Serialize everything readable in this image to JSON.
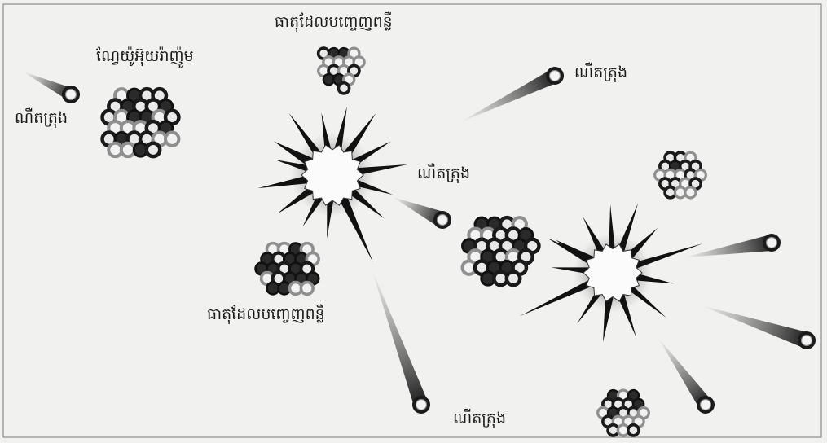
{
  "labels": {
    "uranium_nucleus": "ណែ្វយ៉ូអ៊ុយរ៉ាញ៉ូម",
    "radioactive_element": "ធាតុដែលបញ្ចេញពន្លឺ",
    "neutron": "ណឺតត្រុង"
  },
  "colors": {
    "background": "#f1f1ef",
    "ink": "#111111",
    "ball_dark": "#1a1a1a",
    "ball_light": "#e8e8e8",
    "ball_grey": "#9a9a9a",
    "trail": "#555555"
  },
  "icons": {
    "neutron": "neutron-icon",
    "nucleus": "nucleus-cluster",
    "burst": "fission-burst-icon"
  }
}
